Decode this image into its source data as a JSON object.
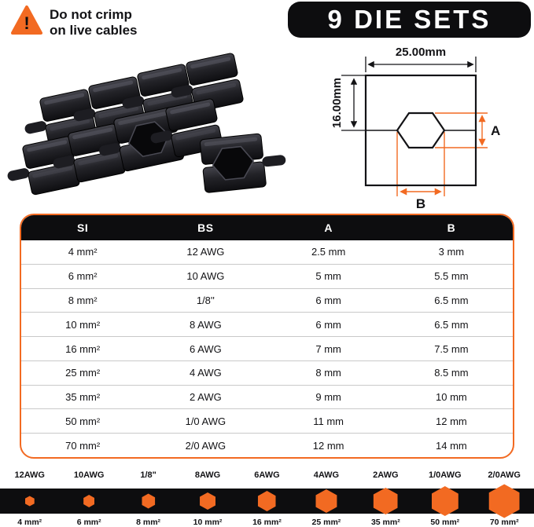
{
  "colors": {
    "accent_orange": "#F26A22",
    "black": "#0D0D0F"
  },
  "warning": {
    "line1": "Do not crimp",
    "line2": "on live cables"
  },
  "title": "9 DIE SETS",
  "diagram": {
    "width_label": "25.00mm",
    "height_label": "16.00mm",
    "dim_a": "A",
    "dim_b": "B"
  },
  "table": {
    "headers": [
      "SI",
      "BS",
      "A",
      "B"
    ],
    "rows": [
      [
        "4 mm²",
        "12 AWG",
        "2.5 mm",
        "3 mm"
      ],
      [
        "6 mm²",
        "10 AWG",
        "5 mm",
        "5.5 mm"
      ],
      [
        "8 mm²",
        "1/8''",
        "6 mm",
        "6.5 mm"
      ],
      [
        "10 mm²",
        "8 AWG",
        "6 mm",
        "6.5 mm"
      ],
      [
        "16 mm²",
        "6 AWG",
        "7 mm",
        "7.5 mm"
      ],
      [
        "25 mm²",
        "4 AWG",
        "8 mm",
        "8.5 mm"
      ],
      [
        "35 mm²",
        "2 AWG",
        "9 mm",
        "10 mm"
      ],
      [
        "50 mm²",
        "1/0  AWG",
        "11 mm",
        "12 mm"
      ],
      [
        "70 mm²",
        "2/0  AWG",
        "12 mm",
        "14 mm"
      ]
    ]
  },
  "scale": {
    "items": [
      {
        "awg": "12AWG",
        "mm": "4 mm²"
      },
      {
        "awg": "10AWG",
        "mm": "6 mm²"
      },
      {
        "awg": "1/8\"",
        "mm": "8 mm²"
      },
      {
        "awg": "8AWG",
        "mm": "10 mm²"
      },
      {
        "awg": "6AWG",
        "mm": "16 mm²"
      },
      {
        "awg": "4AWG",
        "mm": "25 mm²"
      },
      {
        "awg": "2AWG",
        "mm": "35 mm²"
      },
      {
        "awg": "1/0AWG",
        "mm": "50 mm²"
      },
      {
        "awg": "2/0AWG",
        "mm": "70 mm²"
      }
    ]
  }
}
